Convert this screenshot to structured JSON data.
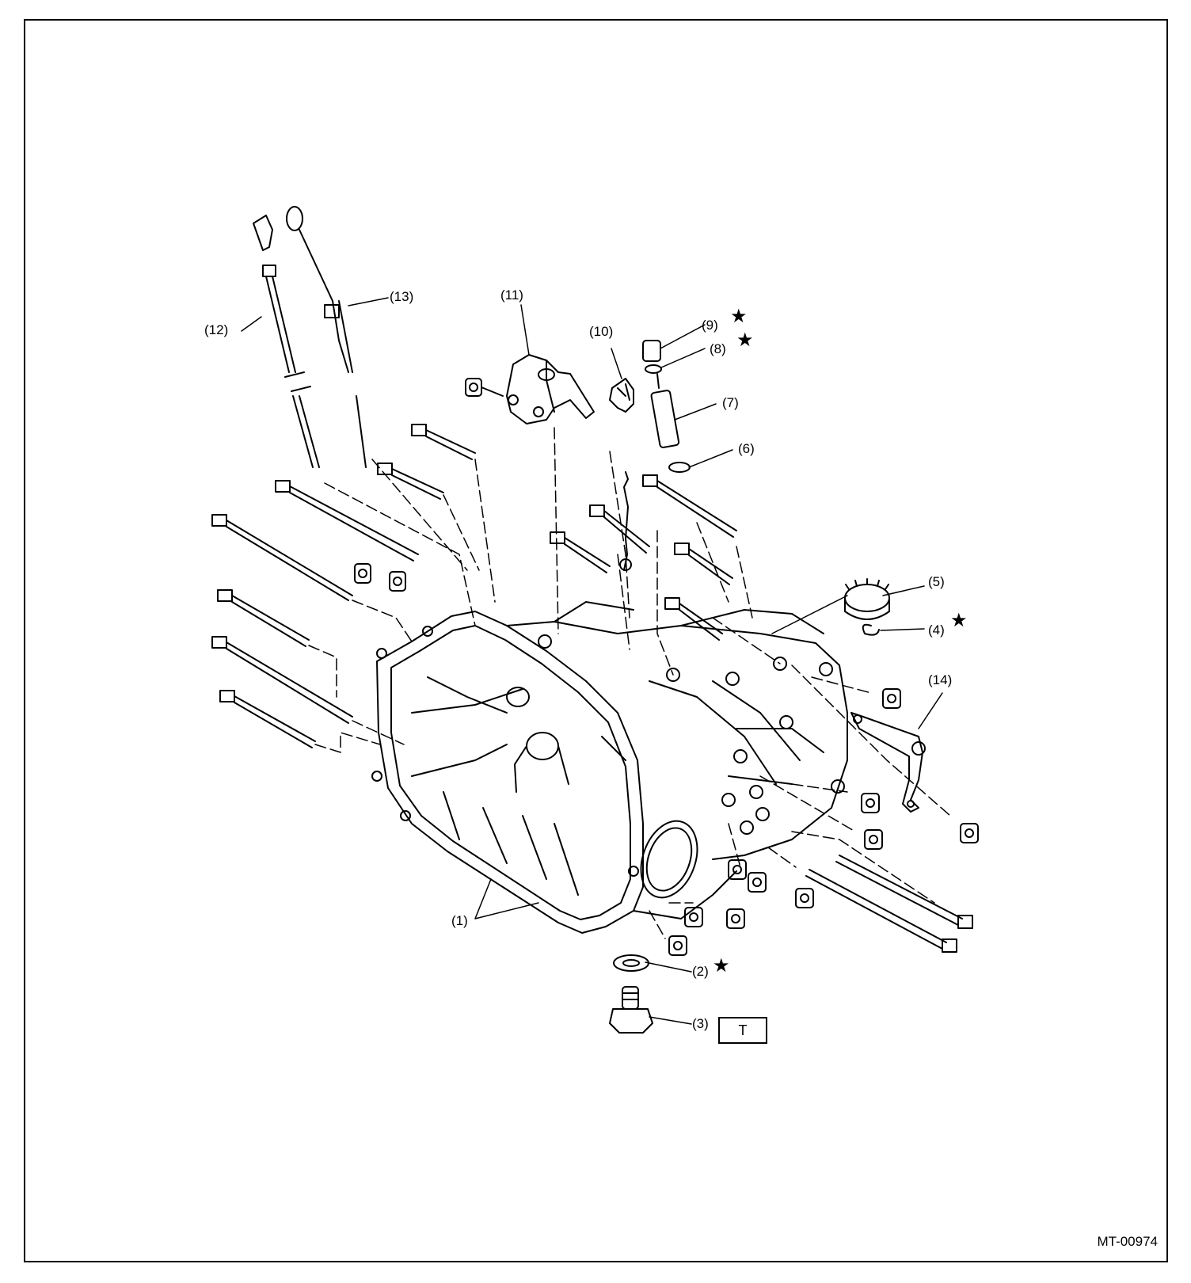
{
  "figure_id": "MT-00974",
  "torque_mark": "T",
  "tighten_mark": "★",
  "callouts": {
    "c1": "(1)",
    "c2": "(2)",
    "c3": "(3)",
    "c4": "(4)",
    "c5": "(5)",
    "c6": "(6)",
    "c7": "(7)",
    "c8": "(8)",
    "c9": "(9)",
    "c10": "(10)",
    "c11": "(11)",
    "c12": "(12)",
    "c13": "(13)",
    "c14": "(14)"
  }
}
